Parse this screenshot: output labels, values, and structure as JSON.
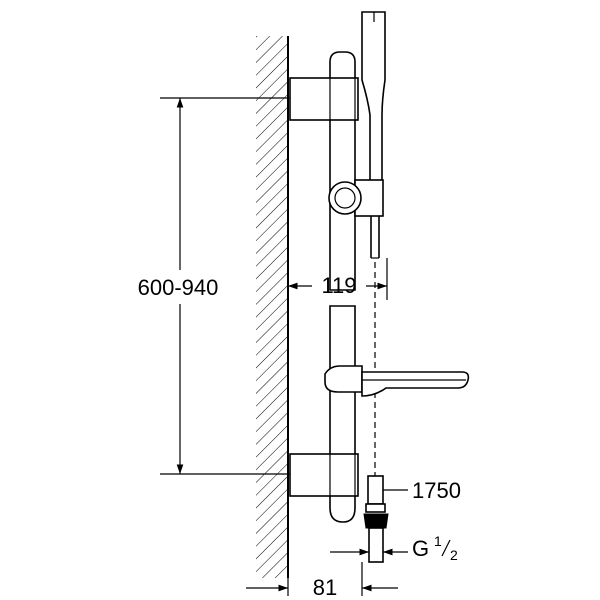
{
  "dimensions": {
    "height_range": "600-940",
    "projection_handshower": "119",
    "hose_length": "1750",
    "thread": {
      "prefix": "G",
      "fraction_num": "1",
      "fraction_den": "2"
    },
    "wall_distance": "81"
  }
}
